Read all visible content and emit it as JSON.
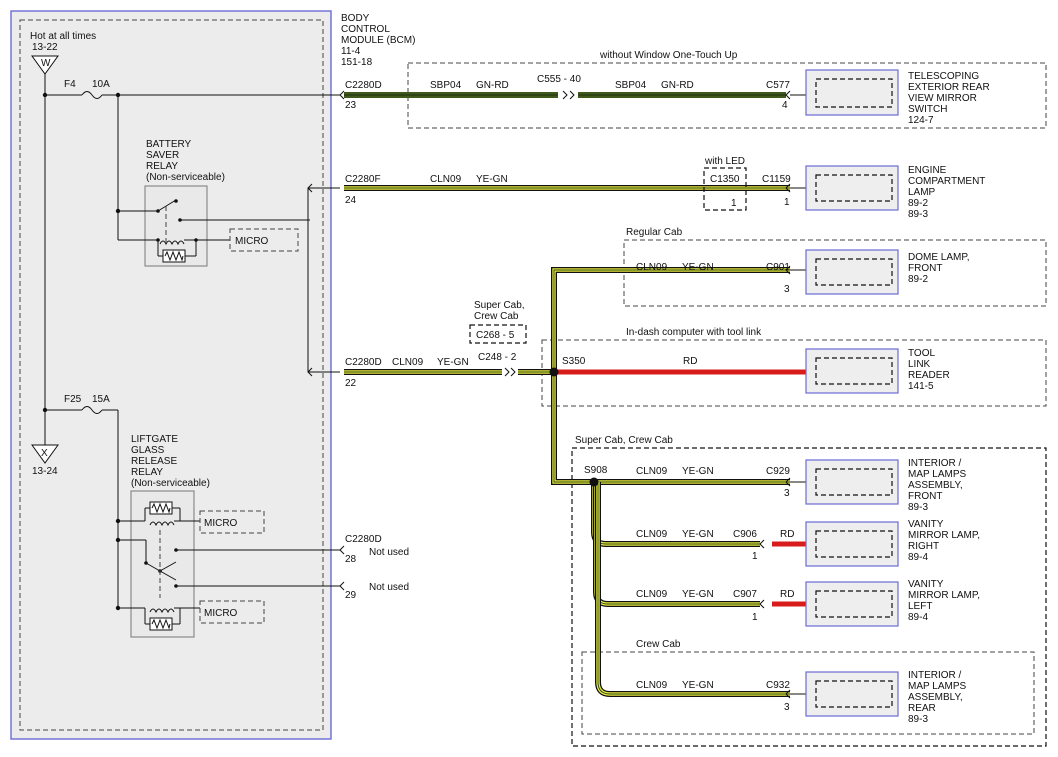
{
  "bcm": {
    "title": [
      "BODY",
      "CONTROL",
      "MODULE (BCM)",
      "11-4",
      "151-18"
    ],
    "hot_at_all_times": "Hot at all times",
    "ref_top": "13-22",
    "ref_top_letter": "W",
    "ref_bottom": "13-24",
    "ref_bottom_letter": "X",
    "fuse1_name": "F4",
    "fuse1_rating": "10A",
    "fuse2_name": "F25",
    "fuse2_rating": "15A",
    "battery_saver_relay": [
      "BATTERY",
      "SAVER",
      "RELAY",
      "(Non-serviceable)"
    ],
    "liftgate_relay": [
      "LIFTGATE",
      "GLASS",
      "RELEASE",
      "RELAY",
      "(Non-serviceable)"
    ],
    "micro": "MICRO"
  },
  "circuits": {
    "mirror": {
      "condition": "without Window One-Touch Up",
      "bcm_connector": "C2280D",
      "bcm_pin": "23",
      "circuit1": "SBP04",
      "color1": "GN-RD",
      "inline": "C555 - 40",
      "circuit2": "SBP04",
      "color2": "GN-RD",
      "comp_connector": "C577",
      "comp_pin": "4",
      "component": [
        "TELESCOPING",
        "EXTERIOR REAR",
        "VIEW MIRROR",
        "SWITCH",
        "124-7"
      ]
    },
    "engine_lamp": {
      "condition": "with LED",
      "bcm_connector": "C2280F",
      "bcm_pin": "24",
      "circuit": "CLN09",
      "color": "YE-GN",
      "inline": "C1350",
      "inline_pin": "1",
      "comp_connector": "C1159",
      "comp_pin": "1",
      "component": [
        "ENGINE",
        "COMPARTMENT",
        "LAMP",
        "89-2",
        "89-3"
      ]
    },
    "dome_lamp": {
      "condition": "Regular Cab",
      "circuit": "CLN09",
      "color": "YE-GN",
      "comp_connector": "C901",
      "comp_pin": "3",
      "component": [
        "DOME LAMP,",
        "FRONT",
        "89-2"
      ]
    },
    "main": {
      "bcm_connector": "C2280D",
      "bcm_pin": "22",
      "circuit": "CLN09",
      "color": "YE-GN",
      "inline_condition": [
        "Super Cab,",
        "Crew Cab"
      ],
      "inline_alt": "C268 - 5",
      "inline": "C248 - 2",
      "splice": "S350"
    },
    "tool_link": {
      "condition": "In-dash computer with tool link",
      "color": "RD",
      "component": [
        "TOOL",
        "LINK",
        "READER",
        "141-5"
      ]
    },
    "super_cab": {
      "condition": "Super Cab, Crew Cab",
      "splice": "S908",
      "map_front": {
        "circuit": "CLN09",
        "color": "YE-GN",
        "comp_connector": "C929",
        "comp_pin": "3",
        "component": [
          "INTERIOR /",
          "MAP LAMPS",
          "ASSEMBLY,",
          "FRONT",
          "89-3"
        ]
      },
      "vanity_right": {
        "circuit": "CLN09",
        "color": "YE-GN",
        "comp_connector": "C906",
        "comp_pin": "1",
        "wire2": "RD",
        "component": [
          "VANITY",
          "MIRROR LAMP,",
          "RIGHT",
          "89-4"
        ]
      },
      "vanity_left": {
        "circuit": "CLN09",
        "color": "YE-GN",
        "comp_connector": "C907",
        "comp_pin": "1",
        "wire2": "RD",
        "component": [
          "VANITY",
          "MIRROR LAMP,",
          "LEFT",
          "89-4"
        ]
      }
    },
    "crew_cab": {
      "condition": "Crew Cab",
      "circuit": "CLN09",
      "color": "YE-GN",
      "comp_connector": "C932",
      "comp_pin": "3",
      "component": [
        "INTERIOR /",
        "MAP LAMPS",
        "ASSEMBLY,",
        "REAR",
        "89-3"
      ]
    },
    "unused": {
      "connector": "C2280D",
      "pin1": "28",
      "label1": "Not used",
      "pin2": "29",
      "label2": "Not used"
    }
  }
}
